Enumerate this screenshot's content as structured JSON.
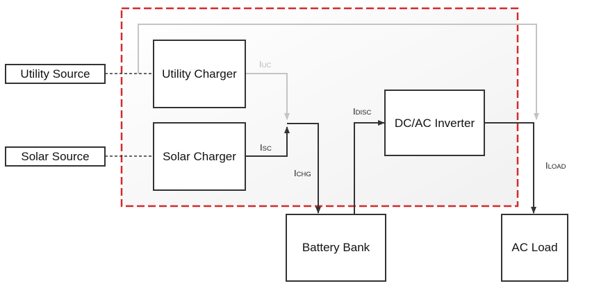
{
  "blocks": {
    "utility_source": "Utility Source",
    "solar_source": "Solar Source",
    "utility_charger": "Utility Charger",
    "solar_charger": "Solar Charger",
    "inverter": "DC/AC Inverter",
    "battery_bank": "Battery Bank",
    "ac_load": "AC Load"
  },
  "currents": {
    "iuc": {
      "main": "I",
      "sub": "UC"
    },
    "isc": {
      "main": "I",
      "sub": "SC"
    },
    "ichg": {
      "main": "I",
      "sub": "CHG"
    },
    "idisc": {
      "main": "I",
      "sub": "DISC"
    },
    "iload": {
      "main": "I",
      "sub": "LOAD"
    }
  },
  "colors": {
    "enclosure_border": "#d42a2a",
    "box_border": "#333333",
    "wire_dark": "#333333",
    "wire_grey": "#c4c4c4"
  }
}
